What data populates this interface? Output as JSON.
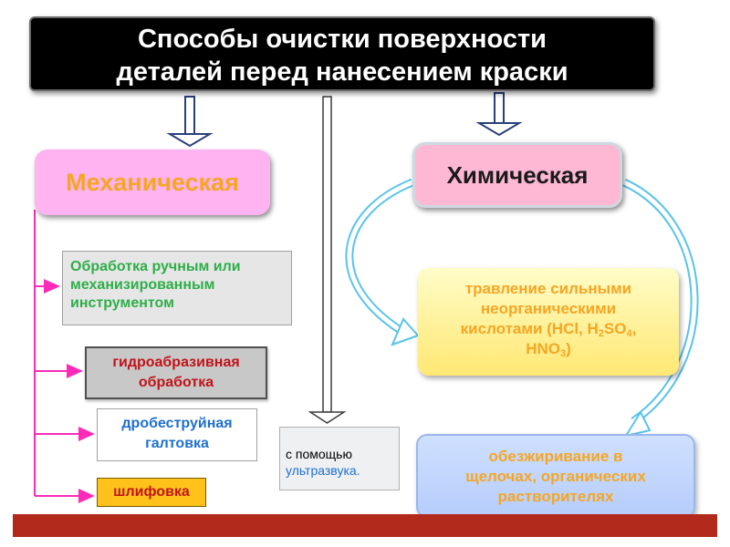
{
  "title": {
    "line1": "Способы очистки поверхности",
    "line2": "деталей перед нанесением краски"
  },
  "mechanical": {
    "label": "Механическая",
    "items": [
      {
        "line1": "Обработка ручным или",
        "line2": "механизированным",
        "line3": "инструментом"
      },
      {
        "line1": "гидроабразивная",
        "line2": "обработка"
      },
      {
        "line1": "дробеструйная",
        "line2": "галтовка"
      },
      {
        "line1": "шлифовка"
      }
    ]
  },
  "ultrasound": {
    "line1": "с помощью",
    "line2": "ультразвука."
  },
  "chemical": {
    "label": "Химическая",
    "etching": {
      "line1": "травление сильными",
      "line2": "неорганическими",
      "line3_prefix": "кислотами (HCl, H",
      "line3_sub1": "2",
      "line3_mid": "SO",
      "line3_sub2": "4",
      "line3_suffix": ",",
      "line4_prefix": "HNO",
      "line4_sub": "3",
      "line4_suffix": ")"
    },
    "degreasing": {
      "line1": "обезжиривание в",
      "line2": "щелочах, органических",
      "line3": "растворителях"
    }
  },
  "colors": {
    "title_bg": "#000000",
    "mechanical_bg": "#ffb3f0",
    "chemical_bg": "#ffb8d4",
    "connector": "#ff2ab8",
    "footer": "#b22a1c"
  }
}
